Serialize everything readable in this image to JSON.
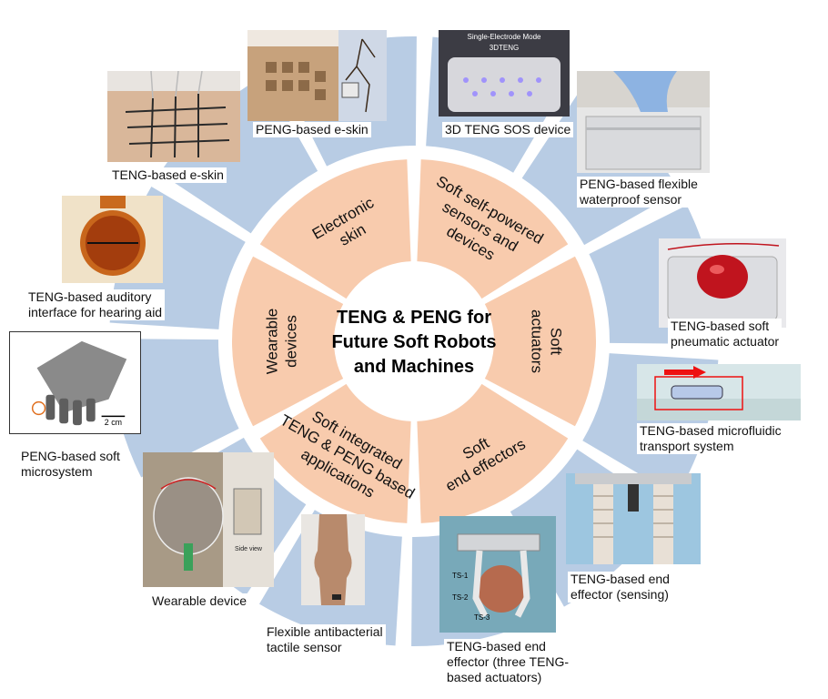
{
  "center_title": [
    "TENG & PENG for",
    "Future Soft Robots",
    "and Machines"
  ],
  "sectors": [
    {
      "id": "electronic-skin",
      "lines": [
        "Electronic",
        "skin"
      ]
    },
    {
      "id": "soft-sensors",
      "lines": [
        "Soft self-powered",
        "sensors and",
        "devices"
      ]
    },
    {
      "id": "soft-actuators",
      "lines": [
        "Soft",
        "actuators"
      ]
    },
    {
      "id": "soft-end-effectors",
      "lines": [
        "Soft",
        "end effectors"
      ]
    },
    {
      "id": "soft-integrated",
      "lines": [
        "Soft integrated",
        "TENG & PENG based",
        "applications"
      ]
    },
    {
      "id": "wearable-devices",
      "lines": [
        "Wearable",
        "devices"
      ]
    }
  ],
  "captions": {
    "peng_eskin": "PENG-based e-skin",
    "teng_sos": "3D TENG SOS device",
    "teng_eskin": "TENG-based e-skin",
    "peng_waterproof": "PENG-based flexible\nwaterproof sensor",
    "teng_auditory": "TENG-based auditory\ninterface for hearing aid",
    "teng_pneumatic": "TENG-based soft\npneumatic actuator",
    "teng_microfluidic": "TENG-based microfluidic\ntransport system",
    "peng_microsystem": "PENG-based soft\nmicrosystem",
    "teng_end_sensing": "TENG-based end\neffector (sensing)",
    "wearable_device": "Wearable device",
    "flexible_tactile": "Flexible antibacterial\ntactile sensor",
    "teng_end_three": "TENG-based end\neffector (three TENG-\nbased actuators)"
  },
  "photo_text": {
    "sos_top": "Single-Electrode Mode",
    "sos_sub": "3DTENG",
    "scale_bar": "2 cm",
    "side_view": "Side view",
    "ts1": "TS-1",
    "ts2": "TS-2",
    "ts3": "TS-3"
  },
  "colors": {
    "ring": "#b8cce4",
    "sector": "#f8cbad",
    "text": "#000000"
  }
}
